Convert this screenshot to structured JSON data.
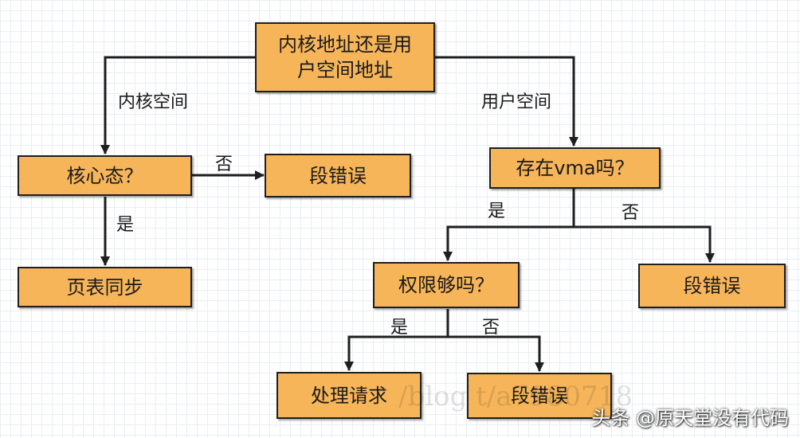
{
  "nodes": {
    "root": "内核地址还是用户空间地址",
    "kernel_mode": "核心态？",
    "seg_fault_left": "段错误",
    "page_sync": "页表同步",
    "vma_exists": "存在vma吗？",
    "perm_ok": "权限够吗？",
    "seg_fault_right": "段错误",
    "handle_request": "处理请求",
    "seg_fault_bottom": "段错误"
  },
  "edge_labels": {
    "kernel_space": "内核空间",
    "user_space": "用户空间",
    "no_kernel": "否",
    "yes_kernel": "是",
    "yes_vma": "是",
    "no_vma": "否",
    "yes_perm": "是",
    "no_perm": "否"
  },
  "watermark": "/blog       t/a7980718",
  "credit": "头条 @原天堂没有代码",
  "colors": {
    "node_fill": "#f7b55a",
    "stroke": "#1e1e1e",
    "grid": "#e9eef3"
  }
}
